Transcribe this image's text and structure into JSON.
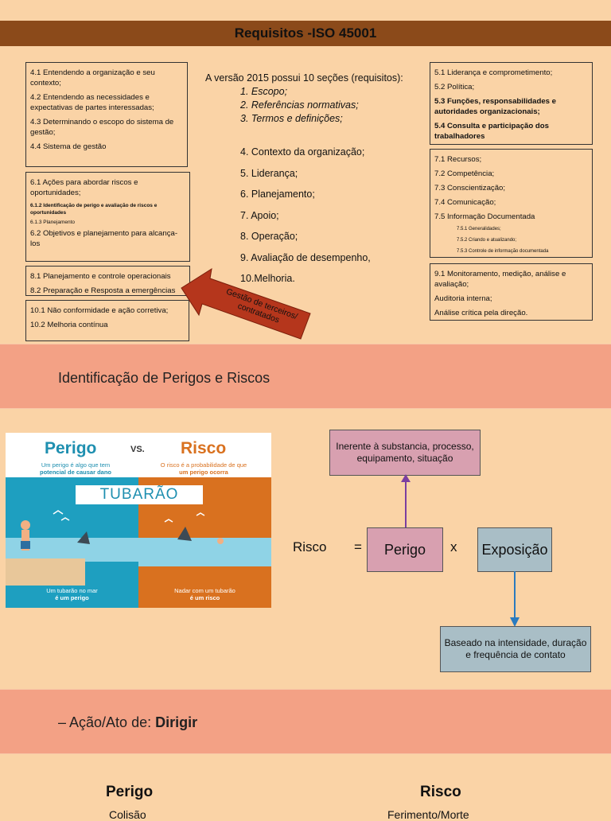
{
  "title": "Requisitos -ISO 45001",
  "left_boxes": [
    {
      "items": [
        {
          "text": "4.1 Entendendo a organização e seu contexto;",
          "style": ""
        },
        {
          "text": "4.2 Entendendo as necessidades e expectativas de partes interessadas;",
          "style": ""
        },
        {
          "text": "4.3 Determinando o escopo do sistema de gestão;",
          "style": ""
        },
        {
          "text": "4.4 Sistema de gestão",
          "style": ""
        }
      ]
    },
    {
      "items": [
        {
          "text": "6.1 Ações para abordar riscos e oportunidades;",
          "style": ""
        },
        {
          "text": "6.1.2 Identificação de perigo e avaliação de riscos e oportunidades",
          "style": "bsm"
        },
        {
          "text": "6.1.3 Planejamento",
          "style": "sm"
        },
        {
          "text": "6.2 Objetivos e planejamento para alcança-los",
          "style": ""
        }
      ]
    },
    {
      "items": [
        {
          "text": "8.1 Planejamento e controle operacionais",
          "style": ""
        },
        {
          "text": "8.2 Preparação e Resposta a emergências",
          "style": ""
        }
      ]
    },
    {
      "items": [
        {
          "text": "10.1 Não conformidade e ação corretiva;",
          "style": ""
        },
        {
          "text": "10.2 Melhoria contínua",
          "style": ""
        }
      ]
    }
  ],
  "center": {
    "intro": "A versão 2015 possui 10  seções (requisitos):",
    "italic_items": [
      "1.  Escopo;",
      "2.  Referências normativas;",
      "3.  Termos e definições;"
    ],
    "items": [
      "4.   Contexto da organização;",
      "5.   Liderança;",
      "6.  Planejamento;",
      "7.  Apoio;",
      "8.  Operação;",
      "9.  Avaliação de desempenho,",
      "10.Melhoria."
    ]
  },
  "right_boxes": [
    {
      "items": [
        {
          "text": "5.1 Liderança e comprometimento;",
          "style": ""
        },
        {
          "text": "5.2 Política;",
          "style": ""
        },
        {
          "text": "5.3 Funções, responsabilidades e autoridades organizacionais;",
          "style": "b"
        },
        {
          "text": "5.4 Consulta e participação dos trabalhadores",
          "style": "b"
        }
      ]
    },
    {
      "items": [
        {
          "text": "7.1 Recursos;",
          "style": ""
        },
        {
          "text": "7.2 Competência;",
          "style": ""
        },
        {
          "text": "7.3 Conscientização;",
          "style": ""
        },
        {
          "text": "7.4 Comunicação;",
          "style": ""
        },
        {
          "text": "7.5 Informação Documentada",
          "style": ""
        },
        {
          "text": "7.5.1 Generalidades;",
          "style": "ind"
        },
        {
          "text": "7.5.2 Criando e atualizando;",
          "style": "ind"
        },
        {
          "text": "7.5.3 Controle de informação documentada",
          "style": "ind"
        }
      ]
    },
    {
      "items": [
        {
          "text": "9.1 Monitoramento, medição, análise e avaliação;",
          "style": ""
        },
        {
          "text": "Auditoria interna;",
          "style": ""
        },
        {
          "text": "Análise crítica pela direção.",
          "style": ""
        }
      ]
    }
  ],
  "arrow_label": "Gestão de terceiros/ contratados",
  "band1": "Identificação de Perigos e Riscos",
  "illustration": {
    "perigo": "Perigo",
    "vs": "VS.",
    "risco": "Risco",
    "perigo_desc_1": "Um perigo é algo que tem",
    "perigo_desc_2": "potencial de causar dano",
    "risco_desc_1": "O risco é a probabilidade de que",
    "risco_desc_2": "um perigo ocorra",
    "tubarao": "TUBARÃO",
    "left_caption_1": "Um tubarão no mar",
    "left_caption_2": "é um perigo",
    "right_caption_1": "Nadar com um tubarão",
    "right_caption_2": "é um risco"
  },
  "formula": {
    "risco": "Risco",
    "equals": "=",
    "perigo": "Perigo",
    "times": "x",
    "exposicao": "Exposição",
    "top_box": "Inerente à substancia, processo, equipamento, situação",
    "bottom_box": "Baseado na intensidade, duração e frequência de contato"
  },
  "band2_prefix": "– Ação/Ato de: ",
  "band2_bold": "Dirigir",
  "bottom": {
    "perigo": "Perigo",
    "risco": "Risco",
    "perigo_sub": "Colisão",
    "risco_sub": "Ferimento/Morte"
  },
  "colors": {
    "background": "#fad3a6",
    "title_bar": "#8b4a1a",
    "band": "#f3a185",
    "arrow": "#b5361c",
    "pink_box": "#d8a0b0",
    "blue_box": "#a9bec6",
    "sea_blue": "#1e9fc0",
    "risk_orange": "#d9711f"
  }
}
